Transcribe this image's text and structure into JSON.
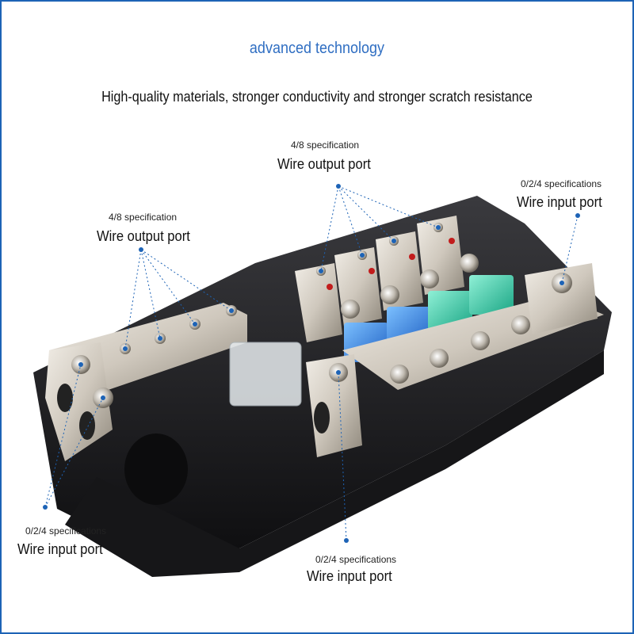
{
  "headline": "advanced technology",
  "subline": "High-quality materials, stronger conductivity and stronger scratch resistance",
  "callouts": {
    "top_center": {
      "spec": "4/8 specification",
      "port": "Wire output port"
    },
    "top_right": {
      "spec": "0/2/4 specifications",
      "port": "Wire input port"
    },
    "left_mid": {
      "spec": "4/8 specification",
      "port": "Wire output port"
    },
    "bottom_left": {
      "spec": "0/2/4 specifications",
      "port": "Wire input port"
    },
    "bottom_center": {
      "spec": "0/2/4 specifications",
      "port": "Wire input port"
    }
  },
  "colors": {
    "frame": "#1d63b6",
    "headline": "#2f6ec2",
    "leader_line": "#1d63b6",
    "fuse_blue": "#2d7ee0",
    "fuse_green": "#2fc7a2",
    "housing": "#1b1b1d",
    "metal": "#cfc9bf"
  }
}
